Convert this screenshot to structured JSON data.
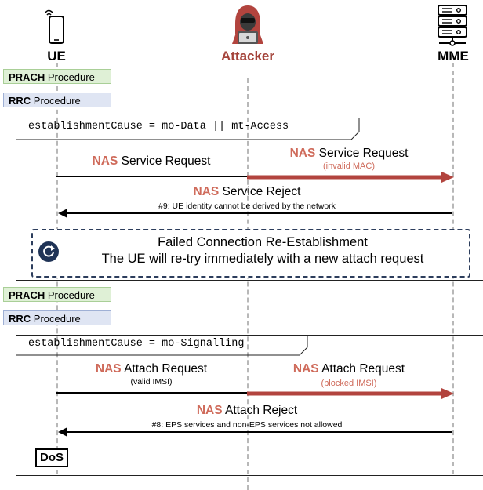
{
  "actors": {
    "ue": {
      "label": "UE",
      "icon": "smartphone-icon"
    },
    "attacker": {
      "label": "Attacker",
      "icon": "hacker-icon",
      "color": "#a4433a"
    },
    "mme": {
      "label": "MME",
      "icon": "server-icon"
    }
  },
  "procedures": {
    "prach_1": {
      "bold": "PRACH",
      "rest": " Procedure"
    },
    "rrc_1": {
      "bold": "RRC",
      "rest": " Procedure"
    },
    "prach_2": {
      "bold": "PRACH",
      "rest": " Procedure"
    },
    "rrc_2": {
      "bold": "RRC",
      "rest": " Procedure"
    }
  },
  "frame1": {
    "cause": "establishmentCause = mo-Data || mt-Access",
    "msg1": {
      "nas": "NAS",
      "text": " Service Request"
    },
    "msg2": {
      "nas": "NAS",
      "text": " Service Request",
      "note": "(invalid MAC)"
    },
    "msg3": {
      "nas": "NAS",
      "text": " Service Reject",
      "note": "#9: UE identity cannot be derived by the network"
    },
    "info": {
      "line1": "Failed Connection Re-Establishment",
      "line2": "The UE will re-try immediately with a new attach request",
      "icon": "retry-icon"
    }
  },
  "frame2": {
    "cause": "establishmentCause = mo-Signalling",
    "msg1": {
      "nas": "NAS",
      "text": " Attach Request",
      "note": "(valid IMSI)"
    },
    "msg2": {
      "nas": "NAS",
      "text": " Attach Request",
      "note": "(blocked IMSI)"
    },
    "msg3": {
      "nas": "NAS",
      "text": " Attach Reject",
      "note": "#8: EPS services and non-EPS services not allowed"
    },
    "outcome": "DoS"
  },
  "colors": {
    "nas": "#cf6b5b",
    "attacker_arrow": "#b2443e",
    "normal_arrow": "#000000",
    "info_box_border": "#2c3d5c",
    "prach_bg": "#dff0d6",
    "rrc_bg": "#dfe5f3"
  }
}
